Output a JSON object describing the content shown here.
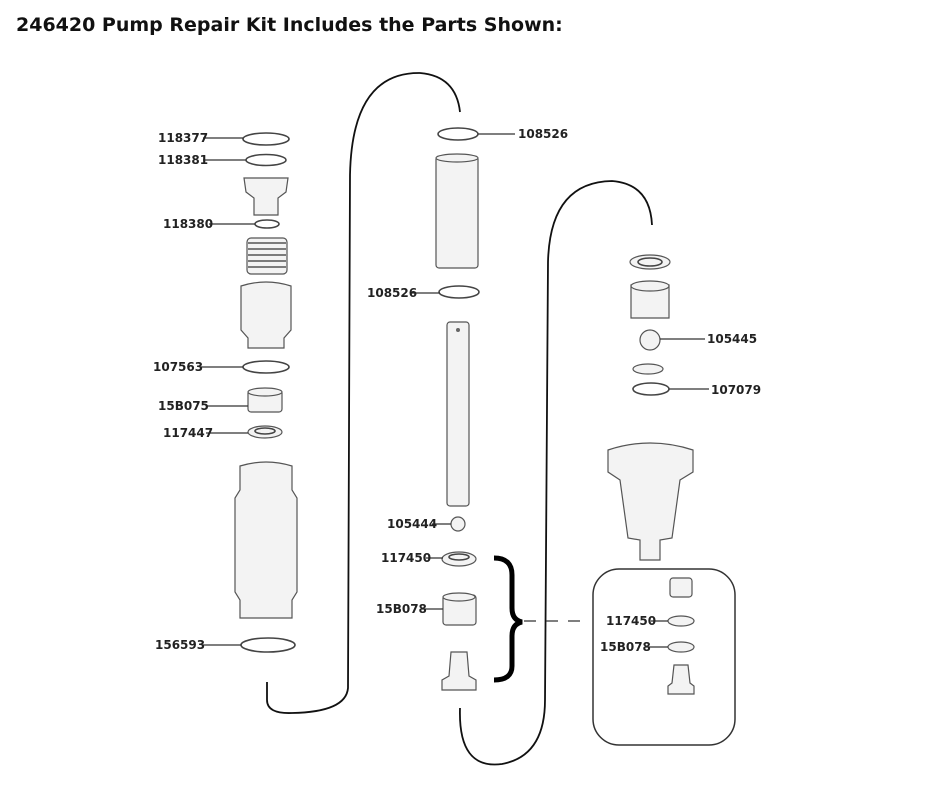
{
  "title": "246420 Pump Repair Kit Includes the Parts Shown:",
  "labels": {
    "l118377": "118377",
    "l118381": "118381",
    "l118380": "118380",
    "l107563": "107563",
    "l15B075": "15B075",
    "l117447": "117447",
    "l156593": "156593",
    "l108526_top": "108526",
    "l108526_mid": "108526",
    "l105444": "105444",
    "l117450": "117450",
    "l15B078": "15B078",
    "l105445": "105445",
    "l107079": "107079",
    "l117450_box": "117450",
    "l15B078_box": "15B078"
  }
}
